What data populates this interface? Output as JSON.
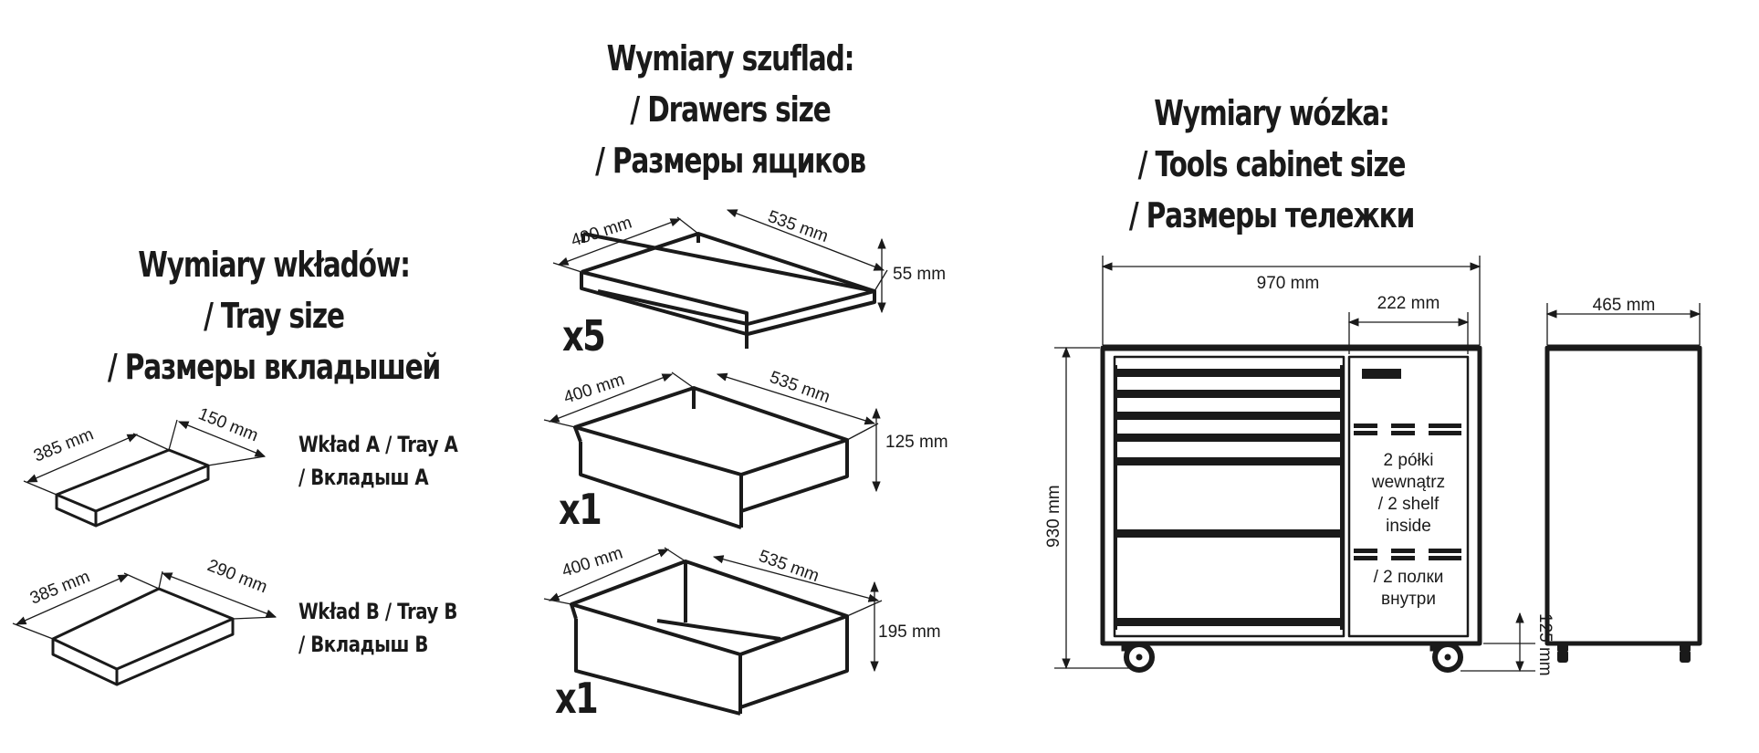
{
  "headings": {
    "trays": [
      "Wymiary wkładów:",
      "/ Tray size",
      "/ Размеры вкладышей"
    ],
    "drawers": [
      "Wymiary szuflad:",
      "/ Drawers size",
      "/ Размеры ящиков"
    ],
    "cabinet": [
      "Wymiary wózka:",
      "/ Tools cabinet size",
      "/ Размеры тележки"
    ]
  },
  "trays": [
    {
      "label": [
        "Wkład A / Tray A",
        "/ Вкладыш A"
      ],
      "length": "385 mm",
      "width": "150 mm"
    },
    {
      "label": [
        "Wkład B / Tray B",
        "/ Вкладыш B"
      ],
      "length": "385 mm",
      "width": "290 mm"
    }
  ],
  "drawers": [
    {
      "width": "400 mm",
      "depth": "535 mm",
      "height": "55 mm",
      "quantity": "x5"
    },
    {
      "width": "400 mm",
      "depth": "535 mm",
      "height": "125 mm",
      "quantity": "x1"
    },
    {
      "width": "400 mm",
      "depth": "535 mm",
      "height": "195 mm",
      "quantity": "x1"
    }
  ],
  "cabinet": {
    "width": "970 mm",
    "compartment_width": "222 mm",
    "height": "930 mm",
    "depth": "465 mm",
    "wheel_height": "125 mm",
    "shelf_note": [
      "2 półki",
      "wewnątrz",
      "/ 2 shelf",
      "inside",
      "/ 2 полки",
      "внутри"
    ]
  },
  "colors": {
    "line": "#1a1a1a",
    "background": "#ffffff"
  }
}
